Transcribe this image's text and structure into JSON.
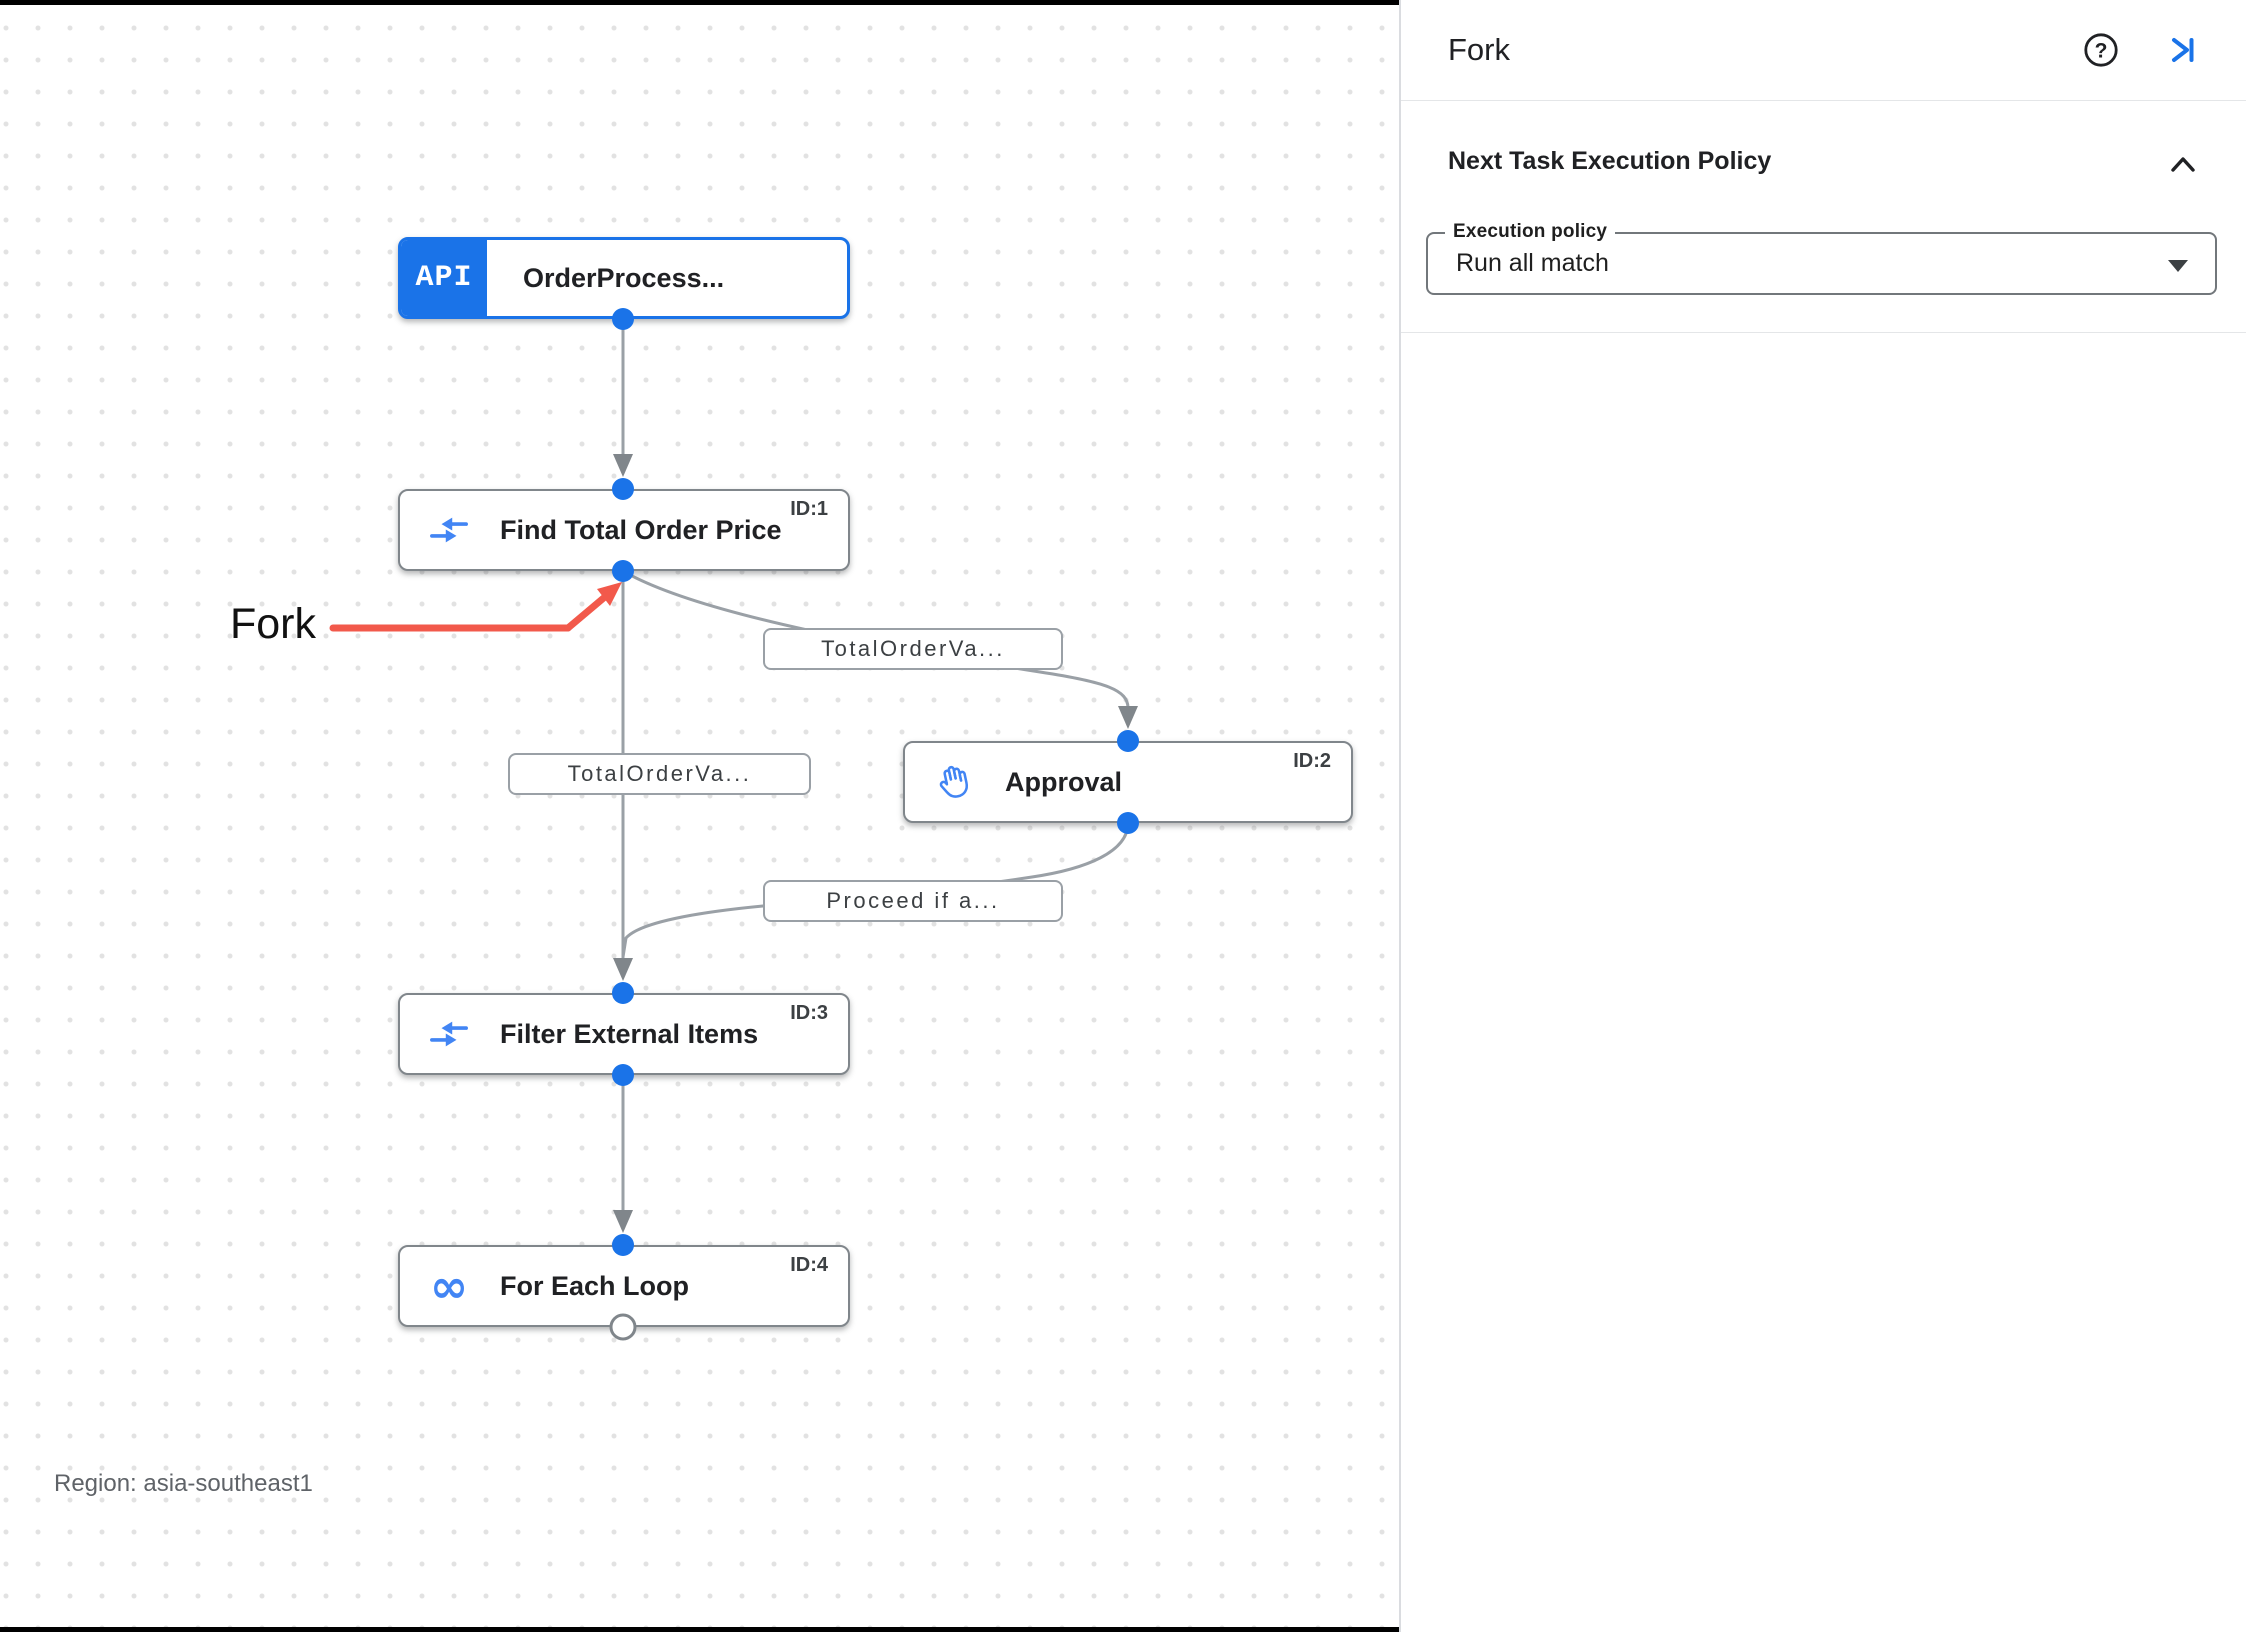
{
  "panel": {
    "title": "Fork",
    "help_icon": "help-icon",
    "collapse_icon": "skip-next-icon",
    "section": {
      "heading": "Next Task Execution Policy",
      "collapse_icon": "chevron-up-icon",
      "field": {
        "label": "Execution policy",
        "value": "Run all match"
      }
    }
  },
  "canvas": {
    "region_label": "Region: asia-southeast1",
    "annotation": {
      "label": "Fork",
      "color": "#f2594b"
    },
    "nodes": [
      {
        "name": "order-process-trigger",
        "badge": "API",
        "title": "OrderProcess..."
      },
      {
        "name": "find-total-order-price",
        "id_label": "ID:1",
        "title": "Find Total Order Price",
        "icon": "data-mapping-icon"
      },
      {
        "name": "approval",
        "id_label": "ID:2",
        "title": "Approval",
        "icon": "approval-hand-icon"
      },
      {
        "name": "filter-external-items",
        "id_label": "ID:3",
        "title": "Filter External Items",
        "icon": "data-mapping-icon"
      },
      {
        "name": "for-each-loop",
        "id_label": "ID:4",
        "title": "For Each Loop",
        "icon": "for-each-loop-icon",
        "icon_glyph": "∞"
      }
    ],
    "edge_labels": [
      {
        "text": "TotalOrderVa..."
      },
      {
        "text": "TotalOrderVa..."
      },
      {
        "text": "Proceed if a..."
      }
    ]
  },
  "colors": {
    "accent_blue": "#1a73e8",
    "icon_blue": "#4285f4",
    "node_border": "#80868b",
    "edge_gray": "#9aa0a6",
    "arrowhead_gray": "#80868b",
    "annotation_red": "#f2594b",
    "text_primary": "#202124",
    "text_secondary": "#5f6368",
    "grid_dot": "#e2e2e2"
  }
}
